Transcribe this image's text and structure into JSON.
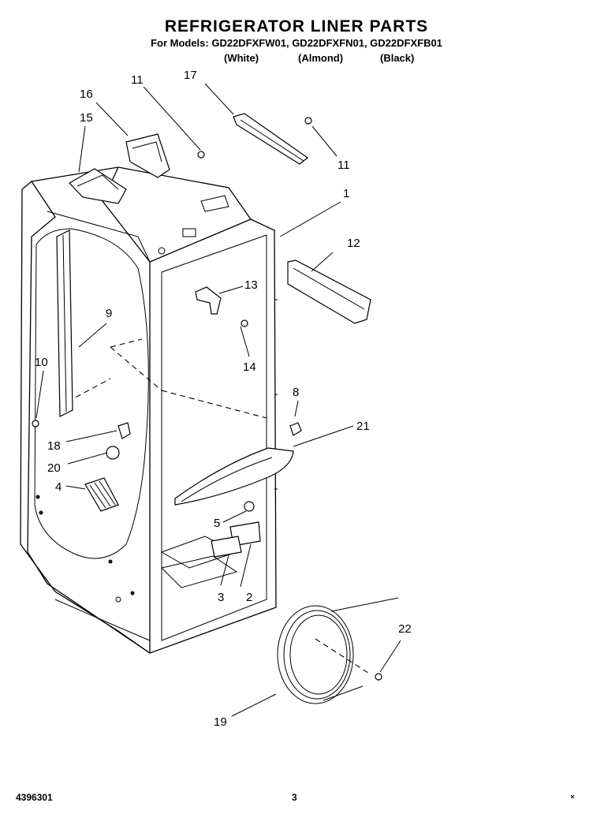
{
  "header": {
    "title": "REFRIGERATOR LINER PARTS",
    "models_line": "For Models: GD22DFXFW01, GD22DFXFN01, GD22DFXFB01",
    "variants": [
      "(White)",
      "(Almond)",
      "(Black)"
    ]
  },
  "footer": {
    "doc_number": "4396301",
    "page_number": "3"
  },
  "callouts": [
    {
      "id": "c1",
      "label": "1"
    },
    {
      "id": "c2",
      "label": "2"
    },
    {
      "id": "c3",
      "label": "3"
    },
    {
      "id": "c4",
      "label": "4"
    },
    {
      "id": "c5",
      "label": "5"
    },
    {
      "id": "c8",
      "label": "8"
    },
    {
      "id": "c9",
      "label": "9"
    },
    {
      "id": "c10",
      "label": "10"
    },
    {
      "id": "c11a",
      "label": "11"
    },
    {
      "id": "c11b",
      "label": "11"
    },
    {
      "id": "c12",
      "label": "12"
    },
    {
      "id": "c13",
      "label": "13"
    },
    {
      "id": "c14",
      "label": "14"
    },
    {
      "id": "c15",
      "label": "15"
    },
    {
      "id": "c16",
      "label": "16"
    },
    {
      "id": "c17",
      "label": "17"
    },
    {
      "id": "c18",
      "label": "18"
    },
    {
      "id": "c19",
      "label": "19"
    },
    {
      "id": "c20",
      "label": "20"
    },
    {
      "id": "c21",
      "label": "21"
    },
    {
      "id": "c22",
      "label": "22"
    }
  ]
}
